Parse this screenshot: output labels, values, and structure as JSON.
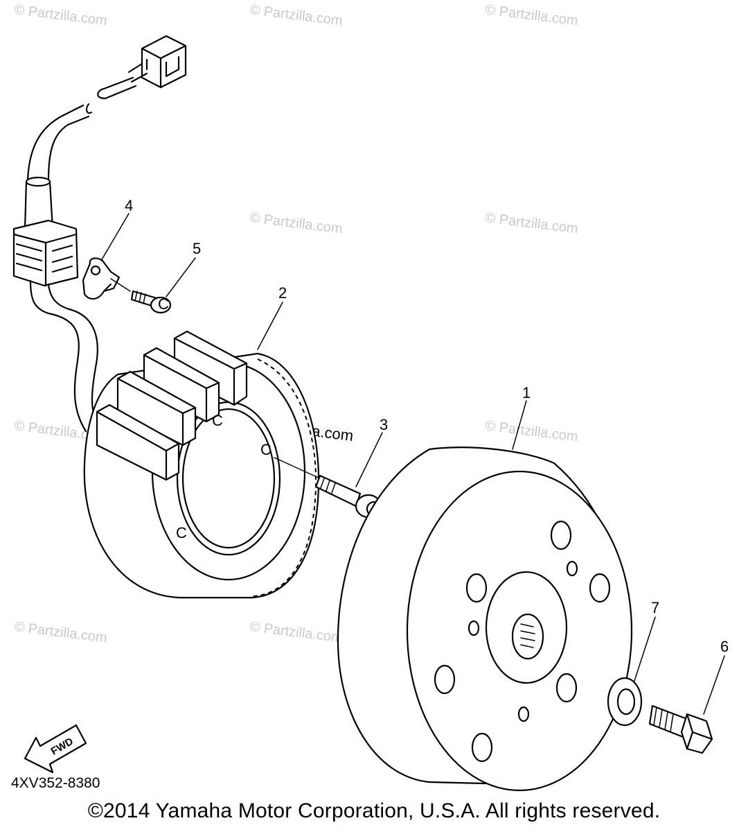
{
  "callouts": {
    "p1": "1",
    "p2": "2",
    "p3": "3",
    "p4": "4",
    "p5": "5",
    "p6": "6",
    "p7": "7"
  },
  "marks": {
    "c": "C"
  },
  "diagram_code": "4XV352-8380",
  "fwd_label": "FWD",
  "copyright": "©2014 Yamaha Motor Corporation, U.S.A. All rights reserved.",
  "watermark": "© Partzilla.com"
}
